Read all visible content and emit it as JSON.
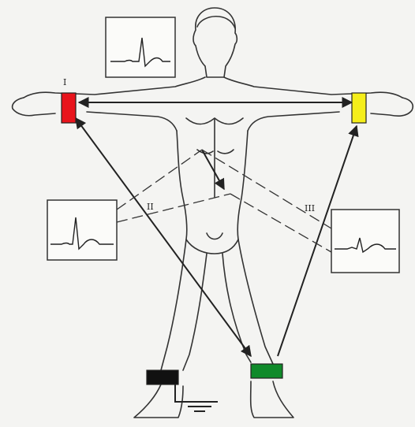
{
  "figure": {
    "lead_labels": {
      "lead_1": "I",
      "lead_2": "II",
      "lead_3": "III"
    },
    "electrodes": {
      "right_arm": {
        "color": "#e8141c"
      },
      "left_arm": {
        "color": "#f5ee1a"
      },
      "right_leg": {
        "color": "#111111"
      },
      "left_leg": {
        "color": "#0f8a2a"
      }
    },
    "trace_boxes": [
      "lead-1-trace",
      "lead-2-trace",
      "lead-3-trace"
    ]
  }
}
